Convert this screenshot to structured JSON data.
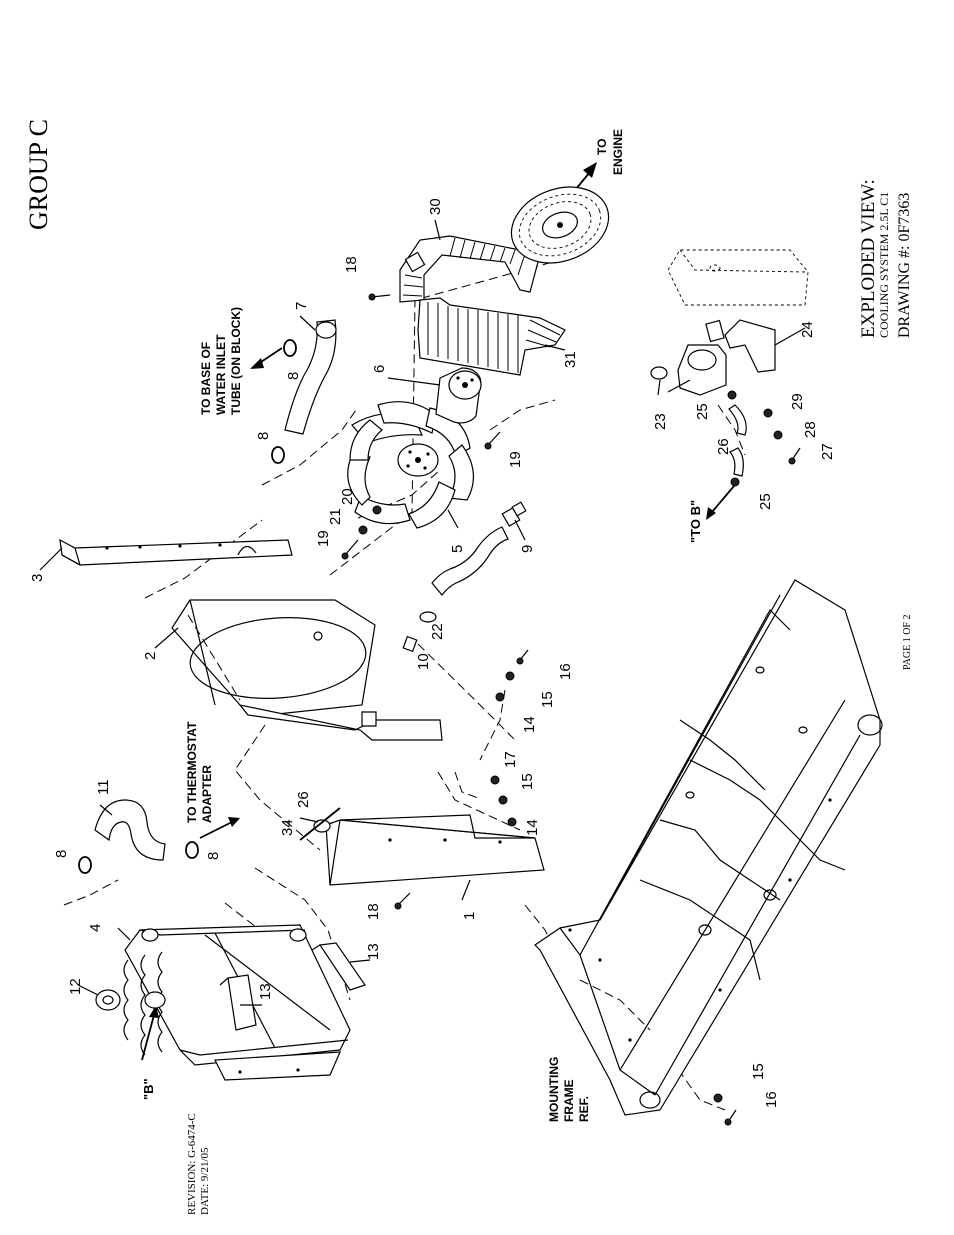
{
  "header": {
    "group_label": "GROUP C"
  },
  "title_block": {
    "title": "EXPLODED VIEW:",
    "subtitle": "COOLING SYSTEM 2.5L C1",
    "drawing_number": "DRAWING #: 0F7363"
  },
  "footer": {
    "page": "PAGE 1 OF 2",
    "revision": "REVISION: G-6474-C",
    "date": "DATE: 9/21/05"
  },
  "callouts": {
    "to_engine_1": "TO",
    "to_engine_2": "ENGINE",
    "water_inlet_1": "TO BASE OF",
    "water_inlet_2": "WATER INLET",
    "water_inlet_3": "TUBE (ON BLOCK)",
    "thermostat_1": "TO THERMOSTAT",
    "thermostat_2": "ADAPTER",
    "to_b": "\"TO B\"",
    "b_label": "\"B\"",
    "frame_1": "MOUNTING",
    "frame_2": "FRAME",
    "frame_3": "REF."
  },
  "parts": {
    "p1": "1",
    "p2": "2",
    "p3": "3",
    "p4": "4",
    "p5": "5",
    "p6": "6",
    "p7": "7",
    "p8a": "8",
    "p8b": "8",
    "p8c": "8",
    "p8d": "8",
    "p9": "9",
    "p10": "10",
    "p11": "11",
    "p12": "12",
    "p13a": "13",
    "p13b": "13",
    "p14a": "14",
    "p14b": "14",
    "p15a": "15",
    "p15b": "15",
    "p15c": "15",
    "p16a": "16",
    "p16b": "16",
    "p17": "17",
    "p18a": "18",
    "p18b": "18",
    "p19a": "19",
    "p19b": "19",
    "p20": "20",
    "p21": "21",
    "p22": "22",
    "p23": "23",
    "p24": "24",
    "p25a": "25",
    "p25b": "25",
    "p26a": "26",
    "p26b": "26",
    "p27": "27",
    "p28": "28",
    "p29": "29",
    "p30": "30",
    "p31": "31",
    "p34": "34"
  }
}
